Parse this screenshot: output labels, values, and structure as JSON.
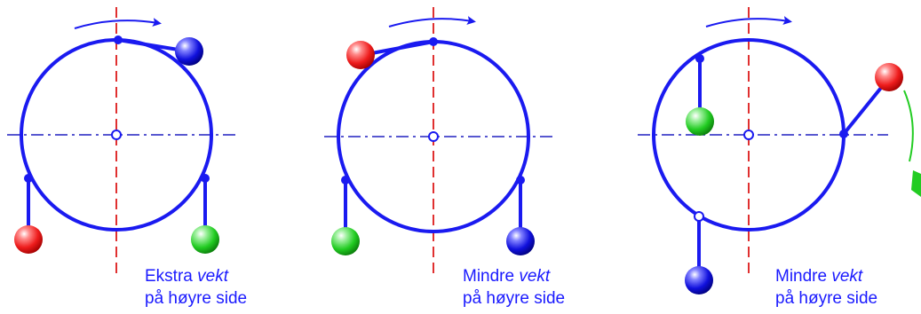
{
  "colors": {
    "wheel": "#1a1af0",
    "centerline": "#e03030",
    "axis": "#2020c0",
    "ball_red": "#ee1c1c",
    "ball_green": "#22cc22",
    "ball_blue": "#1010dd",
    "swing_arrow": "#22cc22",
    "caption": "#1a1aff"
  },
  "panels": [
    {
      "caption": {
        "line1_prefix": "Ekstra ",
        "line1_emphasis": "vekt",
        "line2": "på høyre side"
      },
      "balls": [
        "blue",
        "red",
        "green"
      ]
    },
    {
      "caption": {
        "line1_prefix": "Mindre ",
        "line1_emphasis": "vekt",
        "line2": "på høyre side"
      },
      "balls": [
        "red",
        "green",
        "blue"
      ]
    },
    {
      "caption": {
        "line1_prefix": "Mindre ",
        "line1_emphasis": "vekt",
        "line2": "på høyre side"
      },
      "balls": [
        "green",
        "red",
        "blue"
      ]
    }
  ]
}
